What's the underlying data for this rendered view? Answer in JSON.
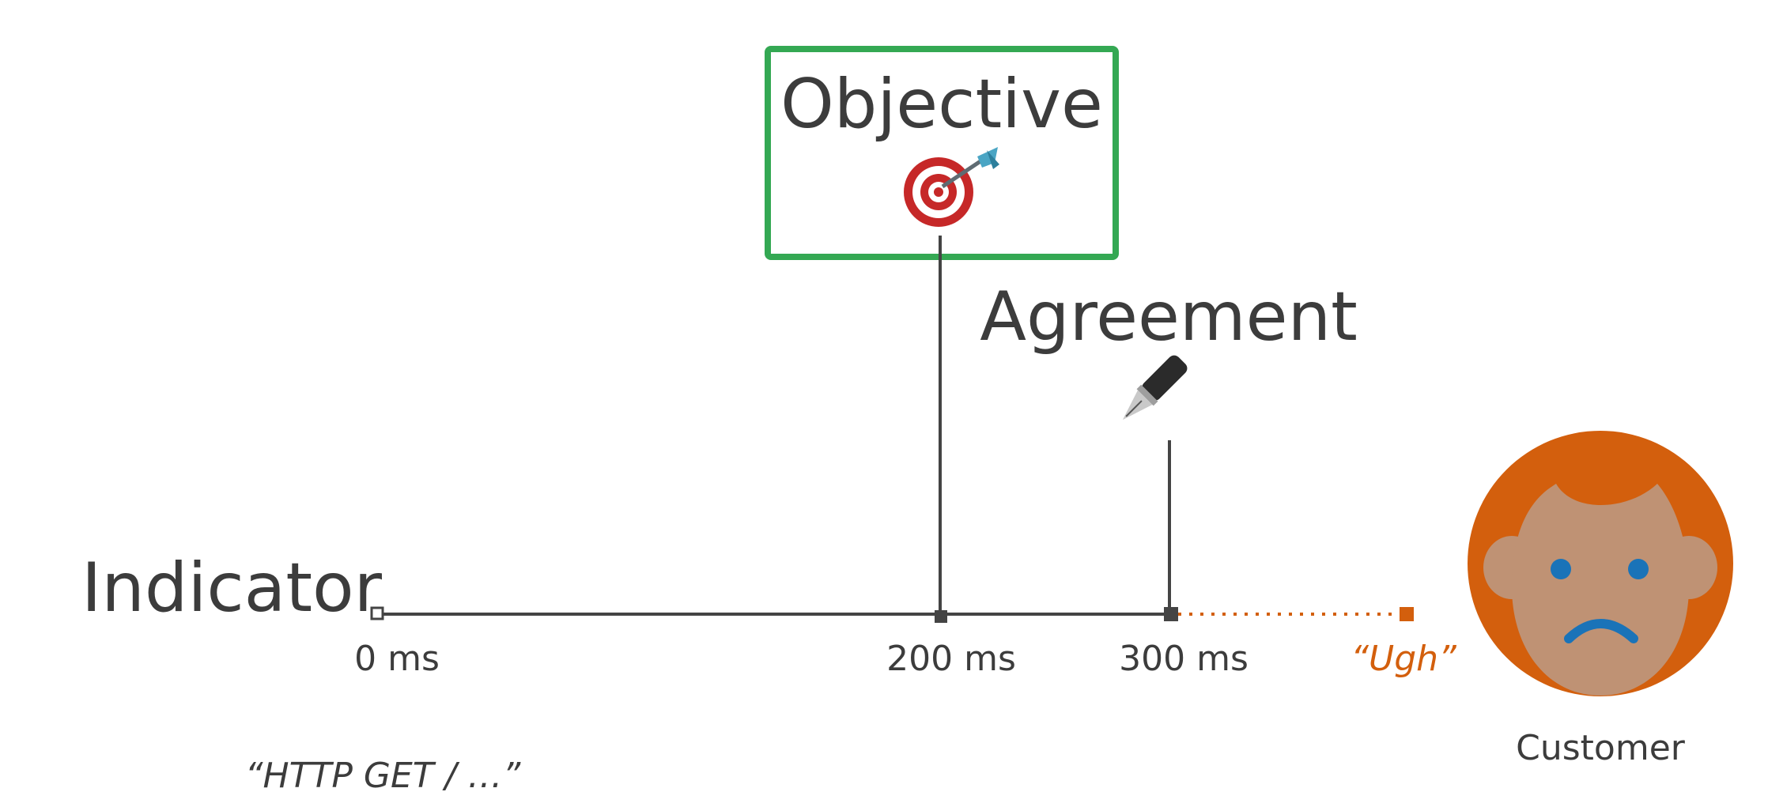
{
  "diagram": {
    "objective": {
      "title": "Objective",
      "icon": "target-dart-icon"
    },
    "agreement": {
      "title": "Agreement",
      "icon": "fountain-pen-icon"
    },
    "indicator": {
      "title": "Indicator"
    },
    "ticks": [
      "0 ms",
      "200 ms",
      "300 ms"
    ],
    "customer_reaction": "“Ugh”",
    "request_example": "“HTTP GET / …”",
    "customer": {
      "label": "Customer",
      "icon": "sad-customer-face-icon"
    },
    "colors": {
      "line": "#444444",
      "objective_border": "#34a853",
      "customer_orange": "#d35f0d",
      "face_skin": "#bf9274",
      "eyes_mouth": "#1a73b8"
    }
  }
}
